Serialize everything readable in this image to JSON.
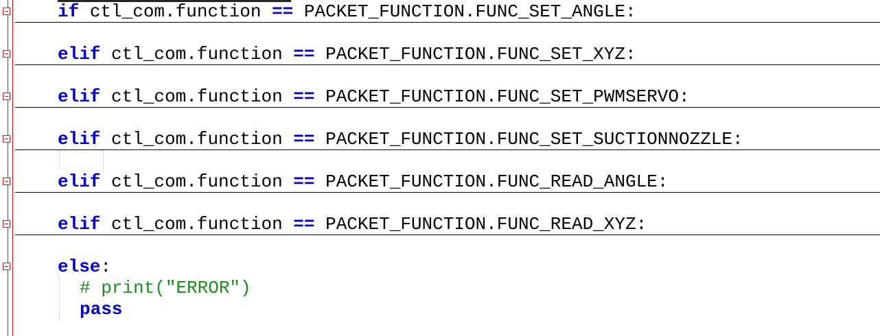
{
  "colors": {
    "keyword": "#0000c8",
    "comment": "#1e8c1e",
    "text": "#000000",
    "fold_margin": "#c81e1e",
    "background": "#ffffff"
  },
  "lines": [
    {
      "keyword": "if",
      "text": " ctl_com.function ",
      "operator": "==",
      "rest": " PACKET_FUNCTION.FUNC_SET_ANGLE:"
    },
    {
      "keyword": "elif",
      "text": " ctl_com.function ",
      "operator": "==",
      "rest": " PACKET_FUNCTION.FUNC_SET_XYZ:"
    },
    {
      "keyword": "elif",
      "text": " ctl_com.function ",
      "operator": "==",
      "rest": " PACKET_FUNCTION.FUNC_SET_PWMSERVO:"
    },
    {
      "keyword": "elif",
      "text": " ctl_com.function ",
      "operator": "==",
      "rest": " PACKET_FUNCTION.FUNC_SET_SUCTIONNOZZLE:"
    },
    {
      "keyword": "elif",
      "text": " ctl_com.function ",
      "operator": "==",
      "rest": " PACKET_FUNCTION.FUNC_READ_ANGLE:"
    },
    {
      "keyword": "elif",
      "text": " ctl_com.function ",
      "operator": "==",
      "rest": " PACKET_FUNCTION.FUNC_READ_XYZ:"
    }
  ],
  "else_line": {
    "keyword": "else",
    "colon": ":"
  },
  "comment_line": "# print(\"ERROR\")",
  "pass_line": "pass"
}
